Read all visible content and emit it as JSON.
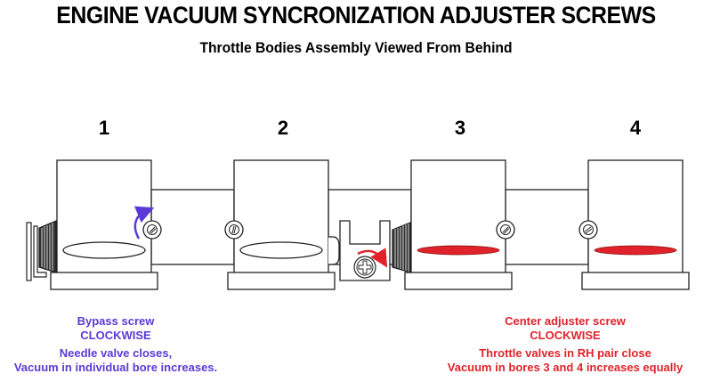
{
  "title": "ENGINE VACUUM SYNCRONIZATION ADJUSTER SCREWS",
  "subtitle": "Throttle Bodies Assembly Viewed From Behind",
  "bores": [
    {
      "number": "1",
      "valve_state": "open",
      "valve_color": "#ffffff"
    },
    {
      "number": "2",
      "valve_state": "open",
      "valve_color": "#ffffff"
    },
    {
      "number": "3",
      "valve_state": "closing",
      "valve_color": "#e0232b"
    },
    {
      "number": "4",
      "valve_state": "closing",
      "valve_color": "#e0232b"
    }
  ],
  "colors": {
    "bypass_accent": "#5a3ad6",
    "center_accent": "#e0232b",
    "outline": "#222222"
  },
  "bypass_note": {
    "line1": "Bypass screw",
    "line2": "CLOCKWISE",
    "line3": "Needle valve closes,",
    "line4": "Vacuum in individual bore increases."
  },
  "center_note": {
    "line1": "Center adjuster screw",
    "line2": "CLOCKWISE",
    "line3": "Throttle valves in RH pair close",
    "line4": "Vacuum in bores 3 and 4 increases equally"
  }
}
